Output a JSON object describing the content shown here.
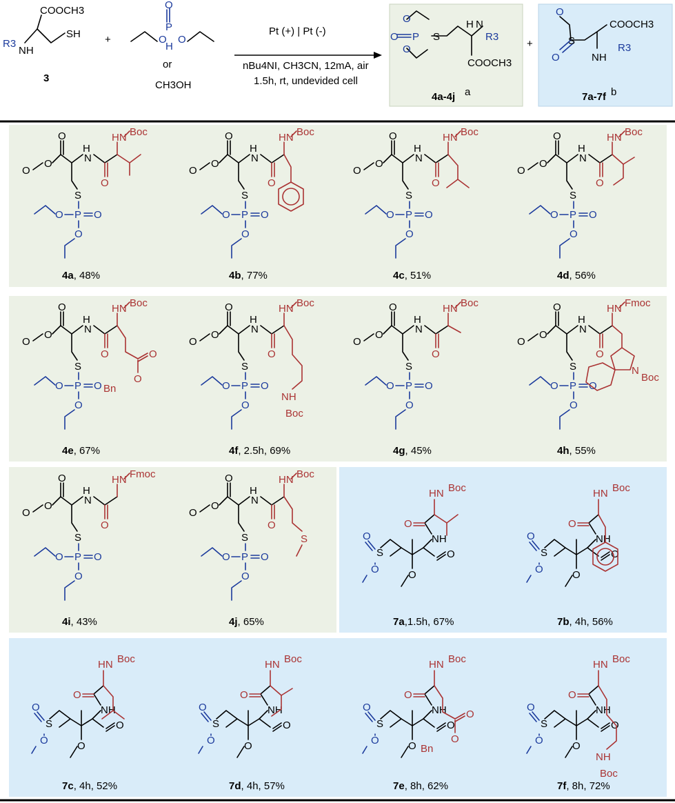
{
  "colors": {
    "green_panel": "#ecf1e6",
    "blue_panel": "#d9ecf9",
    "black": "#000000",
    "red": "#a33333",
    "blue": "#1b3a9c"
  },
  "scheme": {
    "reactant_thiol": {
      "label": "3",
      "ester": "COOCH3",
      "nh": "NH",
      "r": "R3",
      "sh": "SH"
    },
    "plus_1": "+",
    "reagent_or": "or",
    "reagent_alt": "CH3OH",
    "conditions": {
      "line1": "Pt (+) | Pt (-)",
      "line2": "nBu4NI, CH3CN, 12mA, air",
      "line3": "1.5h, rt, undevided cell"
    },
    "product_1": {
      "label": "4a-4j",
      "sup": "a"
    },
    "plus_2": "+",
    "product_2": {
      "label": "7a-7f",
      "sup": "b"
    }
  },
  "compounds": [
    {
      "id": "4a",
      "caption": ", 48%",
      "protecting_group": "Boc",
      "panel": "green"
    },
    {
      "id": "4b",
      "caption": ", 77%",
      "protecting_group": "Boc",
      "panel": "green"
    },
    {
      "id": "4c",
      "caption": ", 51%",
      "protecting_group": "Boc",
      "panel": "green"
    },
    {
      "id": "4d",
      "caption": ", 56%",
      "protecting_group": "Boc",
      "panel": "green"
    },
    {
      "id": "4e",
      "caption": ", 67%",
      "protecting_group": "Boc",
      "panel": "green",
      "extra": "Bn"
    },
    {
      "id": "4f",
      "caption": ", 2.5h, 69%",
      "protecting_group": "Boc",
      "panel": "green",
      "extra": "NH Boc"
    },
    {
      "id": "4g",
      "caption": ", 45%",
      "protecting_group": "Boc",
      "panel": "green"
    },
    {
      "id": "4h",
      "caption": ", 55%",
      "protecting_group": "Fmoc",
      "panel": "green",
      "extra": "N-Boc"
    },
    {
      "id": "4i",
      "caption": ", 43%",
      "protecting_group": "Fmoc",
      "panel": "green"
    },
    {
      "id": "4j",
      "caption": ", 65%",
      "protecting_group": "Boc",
      "panel": "green",
      "extra": "S"
    },
    {
      "id": "7a",
      "caption": ",1.5h, 67%",
      "protecting_group": "Boc",
      "panel": "blue"
    },
    {
      "id": "7b",
      "caption": ", 4h, 56%",
      "protecting_group": "Boc",
      "panel": "blue"
    },
    {
      "id": "7c",
      "caption": ", 4h, 52%",
      "protecting_group": "Boc",
      "panel": "blue"
    },
    {
      "id": "7d",
      "caption": ", 4h, 57%",
      "protecting_group": "Boc",
      "panel": "blue"
    },
    {
      "id": "7e",
      "caption": ", 8h, 62%",
      "protecting_group": "Boc",
      "panel": "blue",
      "extra": "Bn"
    },
    {
      "id": "7f",
      "caption": ", 8h, 72%",
      "protecting_group": "Boc",
      "panel": "blue",
      "extra": "NH Boc"
    }
  ]
}
